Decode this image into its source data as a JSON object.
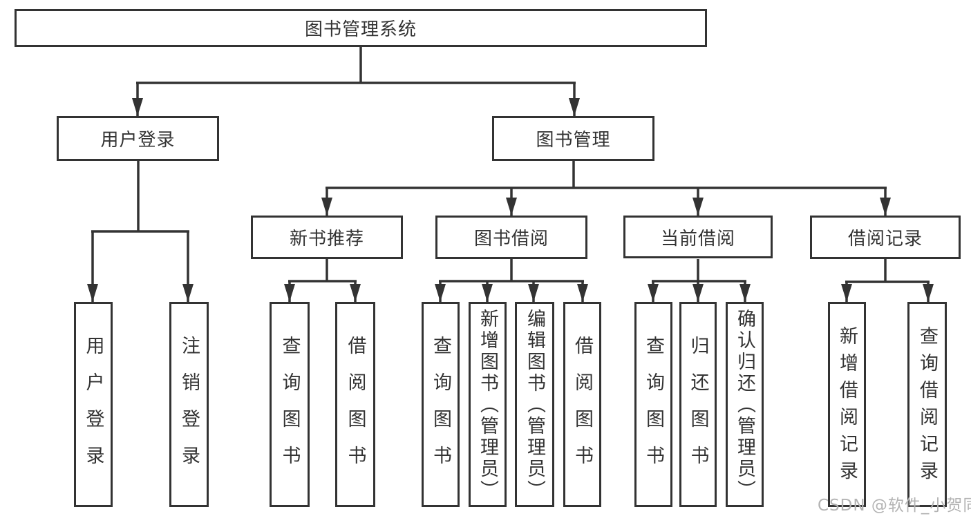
{
  "diagram_title": "图书管理系统",
  "colors": {
    "line": "#333333",
    "box_border": "#333333",
    "text": "#333333",
    "background": "#ffffff",
    "watermark": "#b3b3b3"
  },
  "tree": {
    "root": {
      "label": "图书管理系统"
    },
    "branches": {
      "user_login": {
        "label": "用户登录",
        "leaves": {
          "login": {
            "label": "用户登录"
          },
          "logout": {
            "label": "注销登录"
          }
        }
      },
      "book_mgmt": {
        "label": "图书管理",
        "sections": {
          "new_book_rec": {
            "label": "新书推荐",
            "leaves": {
              "query_books": {
                "label": "查询图书"
              },
              "borrow_books": {
                "label": "借阅图书"
              }
            }
          },
          "book_borrow": {
            "label": "图书借阅",
            "leaves": {
              "query_books": {
                "label": "查询图书"
              },
              "add_books": {
                "label": "新增图书（管理员）"
              },
              "edit_books": {
                "label": "编辑图书（管理员）"
              },
              "borrow_books": {
                "label": "借阅图书"
              }
            }
          },
          "current_borrow": {
            "label": "当前借阅",
            "leaves": {
              "query_books": {
                "label": "查询图书"
              },
              "return_books": {
                "label": "归还图书"
              },
              "confirm_return": {
                "label": "确认归还（管理员）"
              }
            }
          },
          "borrow_records": {
            "label": "借阅记录",
            "leaves": {
              "add_record": {
                "label": "新增借阅记录"
              },
              "query_record": {
                "label": "查询借阅记录"
              }
            }
          }
        }
      }
    }
  },
  "watermark": "CSDN @软件_小贺同学"
}
